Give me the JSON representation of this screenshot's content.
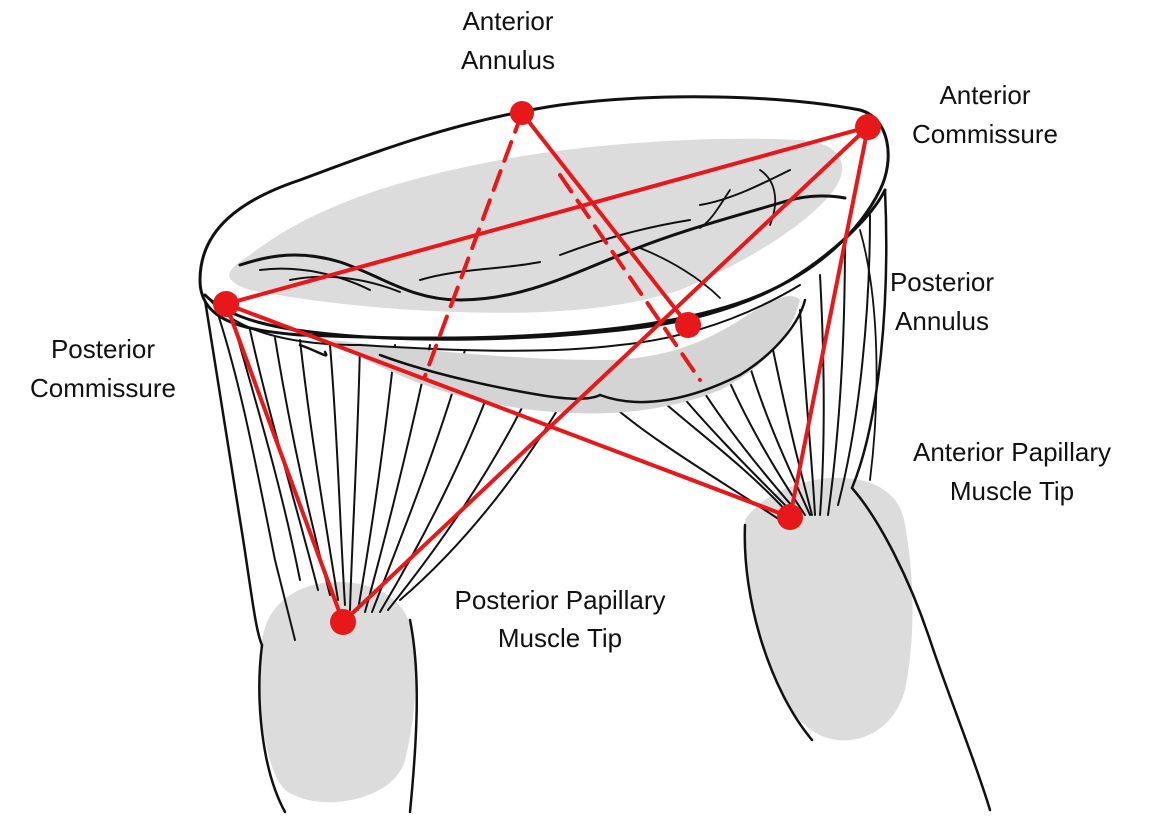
{
  "colors": {
    "marker": "#e8181a",
    "tissue_fill": "#d9d9d9",
    "outline": "#111111",
    "background": "#ffffff"
  },
  "landmarks": {
    "anterior_annulus": [
      "Anterior",
      "Annulus"
    ],
    "anterior_commissure": [
      "Anterior",
      "Commissure"
    ],
    "posterior_annulus": [
      "Posterior",
      "Annulus"
    ],
    "posterior_commissure": [
      "Posterior",
      "Commissure"
    ],
    "anterior_papillary_tip": [
      "Anterior Papillary",
      "Muscle Tip"
    ],
    "posterior_papillary_tip": [
      "Posterior Papillary",
      "Muscle Tip"
    ]
  }
}
